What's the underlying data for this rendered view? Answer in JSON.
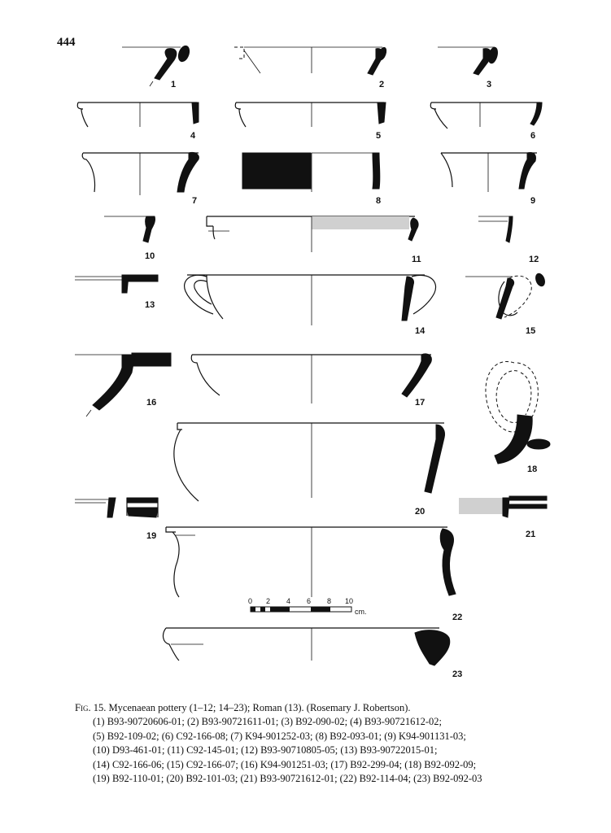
{
  "page": {
    "number": "444"
  },
  "figure": {
    "labels": [
      "1",
      "2",
      "3",
      "4",
      "5",
      "6",
      "7",
      "8",
      "9",
      "10",
      "11",
      "12",
      "13",
      "14",
      "15",
      "16",
      "17",
      "18",
      "19",
      "20",
      "21",
      "22",
      "23"
    ],
    "scale": {
      "ticks": [
        "0",
        "2",
        "4",
        "6",
        "8",
        "10"
      ],
      "unit": "cm."
    }
  },
  "caption": {
    "fig_label": "Fig. 15.",
    "title": "Mycenaean pottery (1–12; 14–23); Roman (13). (Rosemary J. Robertson).",
    "lines": [
      "(1) B93-90720606-01; (2) B93-90721611-01; (3) B92-090-02; (4) B93-90721612-02;",
      "(5) B92-109-02; (6) C92-166-08; (7) K94-901252-03; (8) B92-093-01; (9) K94-901131-03;",
      "(10) D93-461-01; (11) C92-145-01; (12) B93-90710805-05; (13) B93-90722015-01;",
      "(14) C92-166-06; (15) C92-166-07; (16) K94-901251-03; (17) B92-299-04; (18) B92-092-09;",
      "(19) B92-110-01; (20) B92-101-03; (21) B93-90721612-01; (22) B92-114-04; (23) B92-092-03"
    ]
  }
}
